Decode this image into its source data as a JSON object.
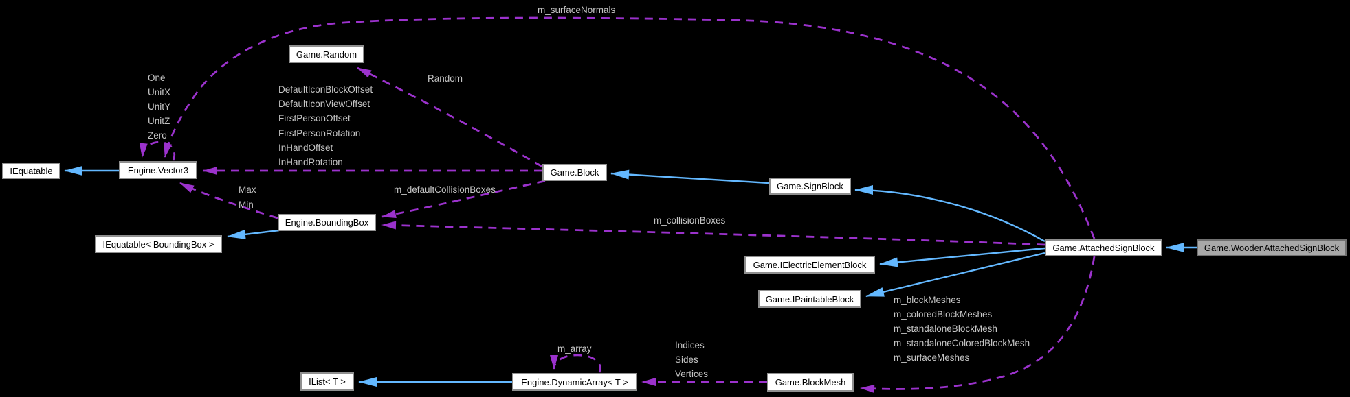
{
  "diagram_type": "collaboration-graph",
  "colors": {
    "background": "#000000",
    "inheritance_edge": "#63b8ff",
    "usage_edge": "#9b32cc",
    "edge_label_text": "#c5c5c5",
    "node_fill": "#ffffff",
    "node_border": "#8f8f8f",
    "node_text": "#000000",
    "current_node_fill": "#a8a8a8",
    "current_node_border": "#707070"
  },
  "nodes": {
    "iequatable": "IEquatable",
    "vector3": "Engine.Vector3",
    "random": "Game.Random",
    "block": "Game.Block",
    "signblock": "Game.SignBlock",
    "boundingbox": "Engine.BoundingBox",
    "iequatable_boundingbox": "IEquatable< BoundingBox >",
    "attachedsignblock": "Game.AttachedSignBlock",
    "woodenattachedsignblock": "Game.WoodenAttachedSignBlock",
    "ielectricelementblock": "Game.IElectricElementBlock",
    "ipaintableblock": "Game.IPaintableBlock",
    "ilist": "IList< T >",
    "dynamicarray": "Engine.DynamicArray< T >",
    "blockmesh": "Game.BlockMesh"
  },
  "edge_labels": {
    "m_surfaceNormals": "m_surfaceNormals",
    "vector3_statics": [
      "One",
      "UnitX",
      "UnitY",
      "UnitZ",
      "Zero"
    ],
    "block_vector3_members": [
      "DefaultIconBlockOffset",
      "DefaultIconViewOffset",
      "FirstPersonOffset",
      "FirstPersonRotation",
      "InHandOffset",
      "InHandRotation"
    ],
    "random": "Random",
    "boundingbox_vector3_members": [
      "Max",
      "Min"
    ],
    "m_defaultCollisionBoxes": "m_defaultCollisionBoxes",
    "m_collisionBoxes": "m_collisionBoxes",
    "attached_blockmesh_members": [
      "m_blockMeshes",
      "m_coloredBlockMeshes",
      "m_standaloneBlockMesh",
      "m_standaloneColoredBlockMesh",
      "m_surfaceMeshes"
    ],
    "blockmesh_dynamicarray_members": [
      "Indices",
      "Sides",
      "Vertices"
    ],
    "m_array": "m_array"
  }
}
